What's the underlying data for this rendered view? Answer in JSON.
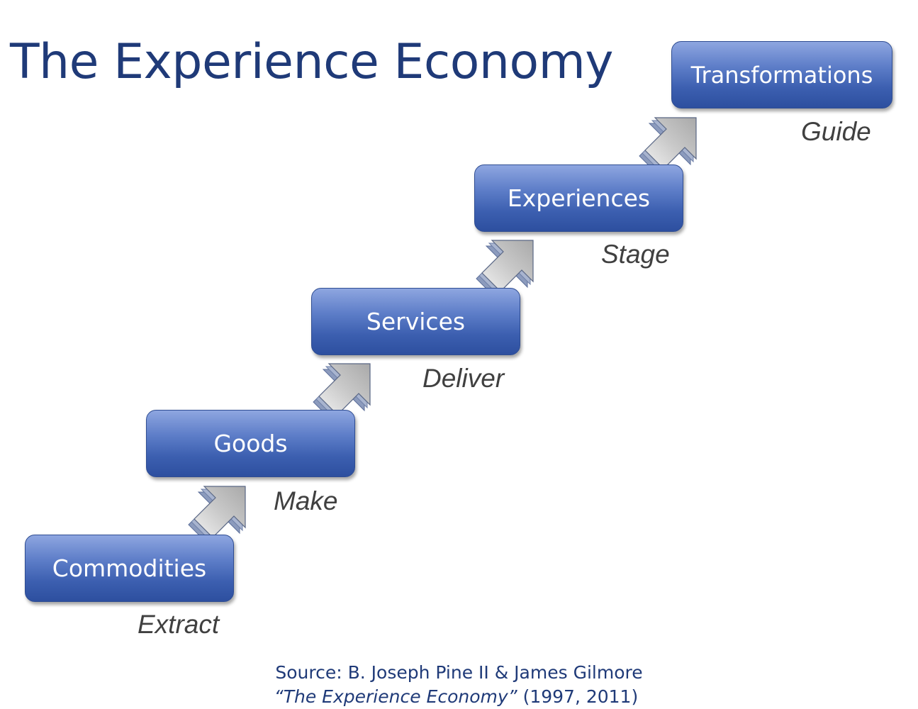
{
  "title": "The Experience Economy",
  "steps": [
    {
      "label": "Commodities",
      "verb": "Extract"
    },
    {
      "label": "Goods",
      "verb": "Make"
    },
    {
      "label": "Services",
      "verb": "Deliver"
    },
    {
      "label": "Experiences",
      "verb": "Stage"
    },
    {
      "label": "Transformations",
      "verb": "Guide"
    }
  ],
  "source": {
    "line1": "Source: B. Joseph Pine II & James Gilmore",
    "book": "“The Experience Economy”",
    "years": "(1997, 2011)"
  },
  "colors": {
    "title": "#1f3a78",
    "box_top": "#8ea6e0",
    "box_bottom": "#2d4f9f",
    "verb": "#404040",
    "arrow": "#c8c8c8"
  }
}
